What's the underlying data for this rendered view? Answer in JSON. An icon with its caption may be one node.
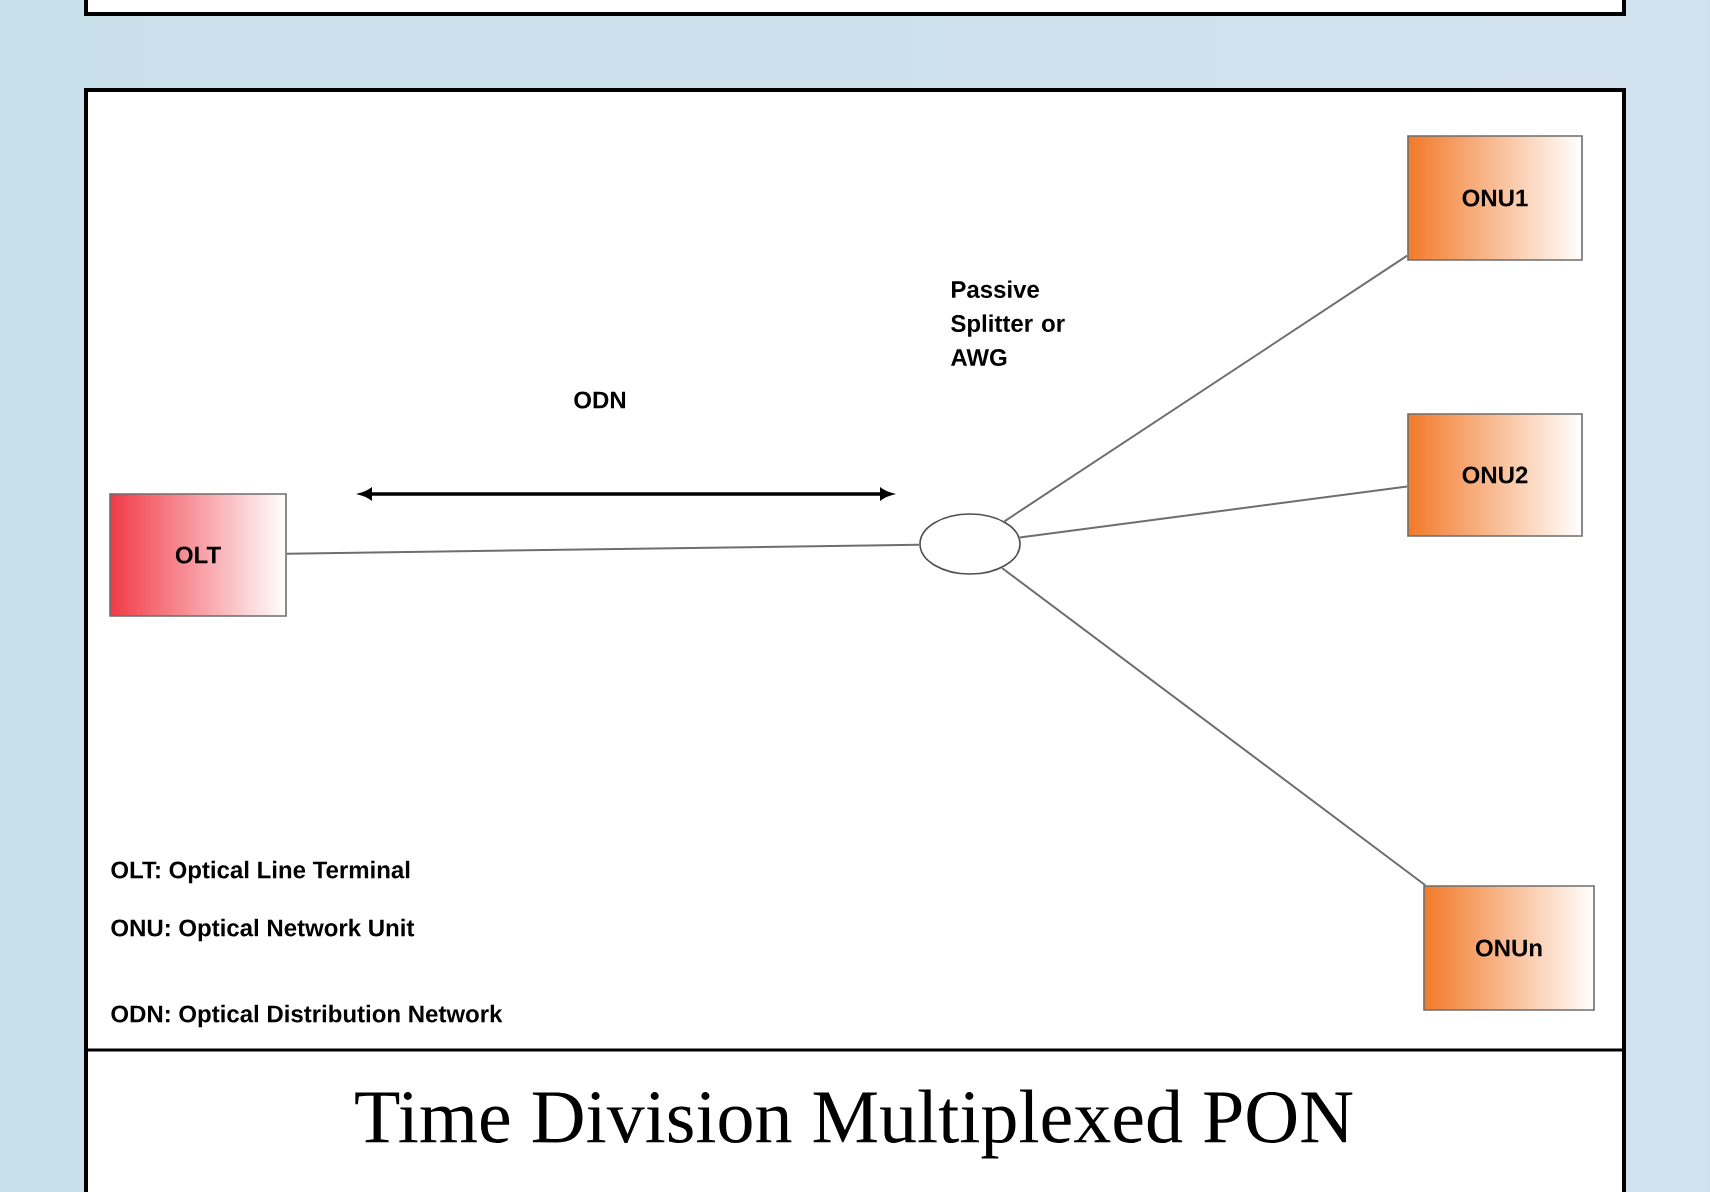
{
  "diagram": {
    "title": "Time Division Multiplexed PON",
    "nodes": [
      {
        "text": [
          "OLT"
        ]
      },
      {
        "text": [],
        "shape": "ellipse"
      },
      {
        "text": [
          "ONU1"
        ]
      },
      {
        "text": [
          "ONU2"
        ]
      },
      {
        "text": [
          "ONUn"
        ]
      }
    ],
    "edges": [
      {
        "from": 0,
        "to": 1,
        "arrow": "none"
      },
      {
        "from": 1,
        "to": 2,
        "arrow": "none"
      },
      {
        "from": 1,
        "to": 3,
        "arrow": "none"
      },
      {
        "from": 1,
        "to": 4,
        "arrow": "none"
      }
    ],
    "labels": [
      "Passive Splitter or AWG",
      "ODN",
      "OLT: Optical Line Terminal",
      "ONU: Optical Network Unit",
      "ODN: Optical Distribution Network"
    ]
  }
}
